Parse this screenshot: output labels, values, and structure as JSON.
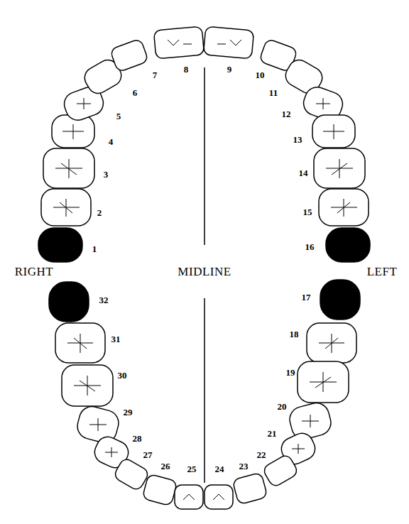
{
  "diagram": {
    "labels": [
      "1",
      "2",
      "3",
      "4",
      "5",
      "6",
      "7",
      "8",
      "9",
      "10",
      "11",
      "12",
      "13",
      "14",
      "15",
      "16",
      "17",
      "18",
      "19",
      "20",
      "21",
      "22",
      "23",
      "24",
      "25",
      "26",
      "27",
      "28",
      "29",
      "30",
      "31",
      "32",
      "RIGHT",
      "MIDLINE",
      "LEFT"
    ]
  }
}
